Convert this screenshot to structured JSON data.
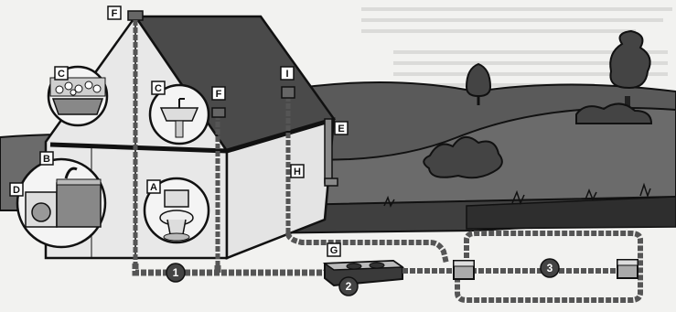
{
  "labels": {
    "A": "A",
    "B": "B",
    "C": "C",
    "D": "D",
    "E": "E",
    "F": "F",
    "G": "G",
    "H": "H",
    "I": "I"
  },
  "numbers": {
    "one": "1",
    "two": "2",
    "three": "3"
  },
  "colors": {
    "roof": "#4a4a4a",
    "hill": "#5a5a5a",
    "ground": "#6b6b6b",
    "pipe": "#555555",
    "wall": "#e8e8e8",
    "outline": "#111111"
  }
}
